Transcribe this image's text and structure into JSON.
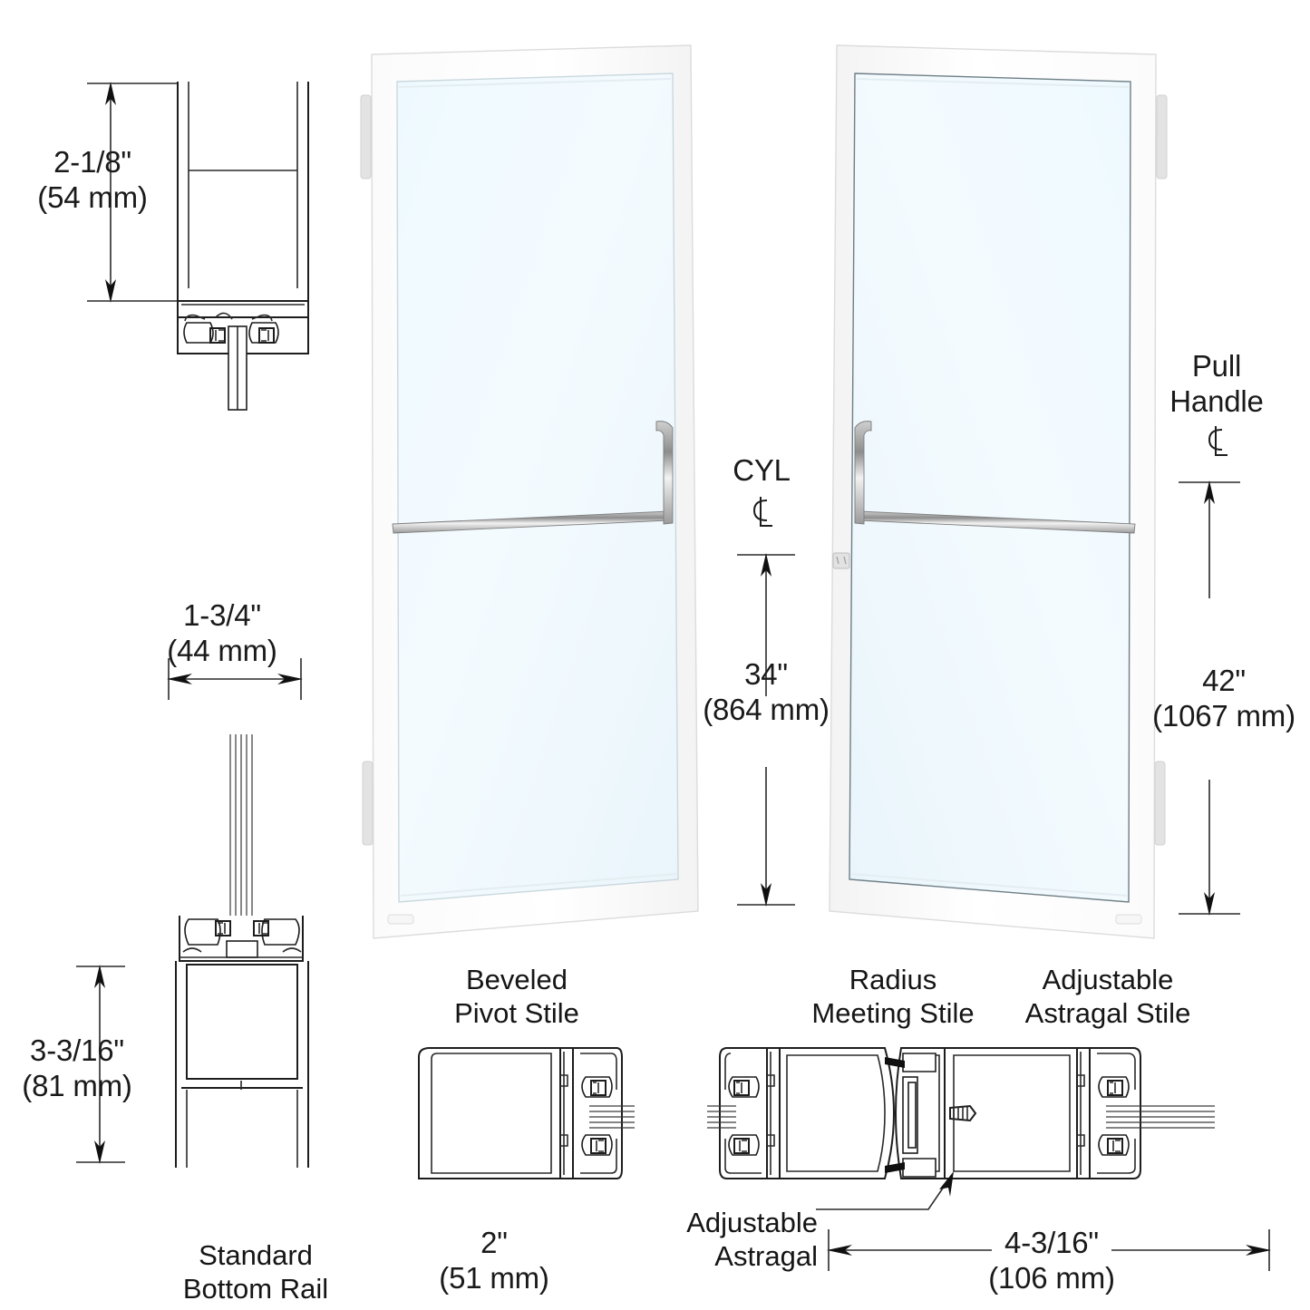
{
  "sheet": {
    "title": "Aluminum Entrance Door Assembly and Stile Profile Details",
    "background_color": "#ffffff",
    "line_color": "#1d1d1d",
    "glass_color": "#f0faff",
    "frame_color": "#ffffff"
  },
  "dimensions": {
    "top_rail": {
      "imperial": "2-1/8\"",
      "metric": "(54 mm)",
      "orientation": "vertical"
    },
    "stile_depth": {
      "imperial": "1-3/4\"",
      "metric": "(44 mm)",
      "orientation": "horizontal"
    },
    "bottom_rail": {
      "imperial": "3-3/16\"",
      "metric": "(81 mm)",
      "orientation": "vertical"
    },
    "cylinder_height": {
      "imperial": "34\"",
      "metric": "(864 mm)",
      "orientation": "vertical"
    },
    "pull_handle_height": {
      "imperial": "42\"",
      "metric": "(1067 mm)",
      "orientation": "vertical"
    },
    "pivot_stile_width": {
      "imperial": "2\"",
      "metric": "(51 mm)",
      "orientation": "horizontal"
    },
    "astragal_assembly_width": {
      "imperial": "4-3/16\"",
      "metric": "(106 mm)",
      "orientation": "horizontal"
    }
  },
  "labels": {
    "cyl_centerline": "CYL",
    "cyl_centerline_symbol": "CL",
    "pull_handle": "Pull\nHandle",
    "pull_handle_symbol": "CL",
    "standard_bottom_rail": "Standard\nBottom Rail",
    "beveled_pivot_stile": "Beveled\nPivot Stile",
    "radius_meeting_stile": "Radius\nMeeting Stile",
    "adjustable_astragal_stile": "Adjustable\nAstragal Stile",
    "adjustable_astragal_callout": "Adjustable\nAstragal"
  },
  "drawings": {
    "top_rail_section": {
      "name": "Top Rail Cross Section",
      "type": "profile-section"
    },
    "bottom_rail_section": {
      "name": "Standard Bottom Rail Cross Section",
      "type": "profile-section"
    },
    "left_door": {
      "name": "Left Door Leaf Elevation",
      "hardware": [
        "push-bar",
        "pull-handle",
        "pivot-hinge",
        "weep-hole"
      ],
      "handle_side": "right"
    },
    "right_door": {
      "name": "Right Door Leaf Elevation",
      "hardware": [
        "push-bar",
        "pull-handle",
        "pivot-hinge",
        "cylinder-lock",
        "weep-hole"
      ],
      "handle_side": "left"
    },
    "pivot_stile_section": {
      "name": "Beveled Pivot Stile Cross Section",
      "type": "profile-section"
    },
    "meeting_astragal_section": {
      "name": "Radius Meeting Stile and Adjustable Astragal Stile Cross Section",
      "type": "profile-section"
    }
  }
}
